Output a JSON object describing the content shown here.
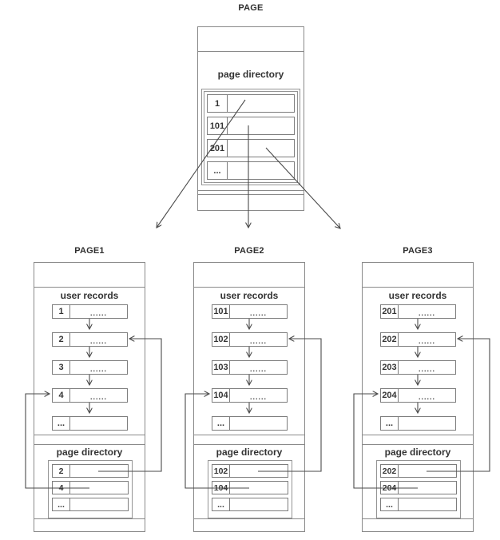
{
  "diagram": {
    "root": {
      "title": "PAGE",
      "directory_label": "page directory",
      "directory_rows": [
        {
          "key": "1"
        },
        {
          "key": "101"
        },
        {
          "key": "201"
        },
        {
          "key": "..."
        }
      ]
    },
    "pages": [
      {
        "title": "PAGE1",
        "records_label": "user records",
        "records": [
          {
            "key": "1",
            "value": "......"
          },
          {
            "key": "2",
            "value": "......"
          },
          {
            "key": "3",
            "value": "......"
          },
          {
            "key": "4",
            "value": "......"
          },
          {
            "key": "...",
            "value": ""
          }
        ],
        "directory_label": "page directory",
        "directory_rows": [
          {
            "key": "2"
          },
          {
            "key": "4"
          },
          {
            "key": "..."
          }
        ]
      },
      {
        "title": "PAGE2",
        "records_label": "user records",
        "records": [
          {
            "key": "101",
            "value": "......"
          },
          {
            "key": "102",
            "value": "......"
          },
          {
            "key": "103",
            "value": "......"
          },
          {
            "key": "104",
            "value": "......"
          },
          {
            "key": "...",
            "value": ""
          }
        ],
        "directory_label": "page directory",
        "directory_rows": [
          {
            "key": "102"
          },
          {
            "key": "104"
          },
          {
            "key": "..."
          }
        ]
      },
      {
        "title": "PAGE3",
        "records_label": "user records",
        "records": [
          {
            "key": "201",
            "value": "......"
          },
          {
            "key": "202",
            "value": "......"
          },
          {
            "key": "203",
            "value": "......"
          },
          {
            "key": "204",
            "value": "......"
          },
          {
            "key": "...",
            "value": ""
          }
        ],
        "directory_label": "page directory",
        "directory_rows": [
          {
            "key": "202"
          },
          {
            "key": "204"
          },
          {
            "key": "..."
          }
        ]
      }
    ],
    "line_color": "#4a4a4a",
    "border_color": "#8a8a8a"
  }
}
